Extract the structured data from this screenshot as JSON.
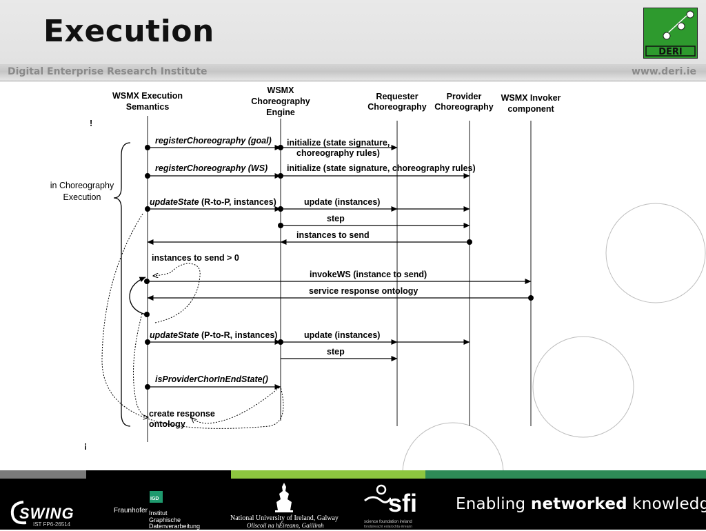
{
  "header": {
    "title": "Execution",
    "subtitle_left": "Digital Enterprise Research Institute",
    "subtitle_right": "www.deri.ie",
    "logo_text": "DERI"
  },
  "diagram": {
    "lifelines": [
      {
        "label_lines": [
          "WSMX Execution",
          "Semantics"
        ]
      },
      {
        "label_lines": [
          "WSMX",
          "Choreography",
          "Engine"
        ]
      },
      {
        "label_lines": [
          "Requester",
          "Choreography"
        ]
      },
      {
        "label_lines": [
          "Provider",
          "Choreography"
        ]
      },
      {
        "label_lines": [
          "WSMX Invoker",
          "component"
        ]
      }
    ],
    "bracket_label_lines": [
      "in Choreography",
      "Execution"
    ],
    "messages": {
      "register_goal": "registerChoreography (goal)",
      "init_1_line1": "initialize (state signature,",
      "init_1_line2": "choreography rules)",
      "register_ws": "registerChoreography (WS)",
      "init_2": "initialize (state signature, choreography rules)",
      "update_state_1_fn": "updateState",
      "update_state_1_args": " (R-to-P, instances)",
      "update_instances_1": "update (instances)",
      "step_1": "step",
      "instances_to_send": "instances to send",
      "instances_condition": "instances to send > 0",
      "invoke_ws": "invokeWS (instance to send)",
      "service_response": "service response ontology",
      "update_state_2_fn": "updateState",
      "update_state_2_args": " (P-to-R, instances)",
      "update_instances_2": "update (instances)",
      "step_2": "step",
      "is_provider_end": "isProviderChorInEndState()",
      "create_response_line1": "create response",
      "create_response_line2": "ontology"
    },
    "marker_top": "!",
    "marker_bottom": "¡"
  },
  "footer": {
    "tagline_pre": "Enabling ",
    "tagline_bold": "networked",
    "tagline_post": " knowledge.",
    "swing_logo": "SWING",
    "swing_sub": "IST FP6-26514",
    "fraunhofer": "Fraunhofer",
    "igd_badge": "IGD",
    "igd_lines": [
      "Institut",
      "Graphische",
      "Datenverarbeitung"
    ],
    "nuig_line1": "National University of Ireland, Galway",
    "nuig_line2": "Ollscoil na hÉireann, Gaillimh",
    "sfi_logo": "sfi",
    "sfi_line1": "science foundation ireland",
    "sfi_line2": "fondúireacht eolaíochta éireann"
  },
  "colors": {
    "stripe_gray": "#7a7a7a",
    "stripe_green": "#8dc63f",
    "stripe_teal": "#2e8b57",
    "logo_green": "#2e9a2e"
  }
}
